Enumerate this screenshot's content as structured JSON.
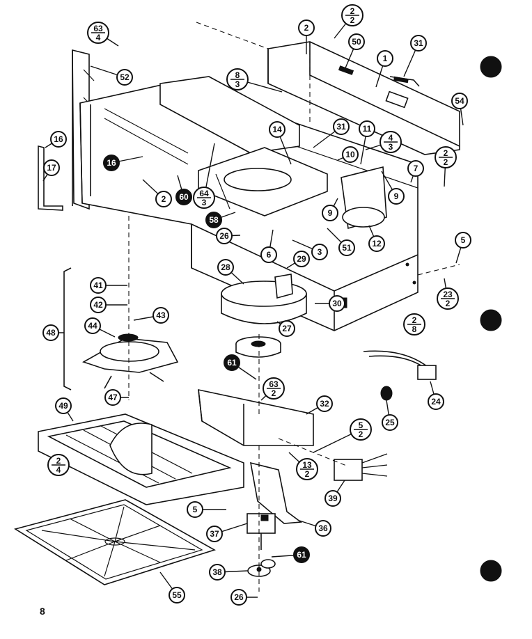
{
  "page_number": "8",
  "callouts": [
    {
      "id": "c-63-4",
      "top": "63",
      "bottom": "4"
    },
    {
      "id": "c-52",
      "label": "52"
    },
    {
      "id": "c-2a",
      "top": "2",
      "bottom": "2"
    },
    {
      "id": "c-2b",
      "label": "2"
    },
    {
      "id": "c-50",
      "label": "50"
    },
    {
      "id": "c-1",
      "label": "1"
    },
    {
      "id": "c-31a",
      "label": "31"
    },
    {
      "id": "c-8-3",
      "top": "8",
      "bottom": "3"
    },
    {
      "id": "c-54",
      "label": "54"
    },
    {
      "id": "c-16a",
      "label": "16"
    },
    {
      "id": "c-17",
      "label": "17"
    },
    {
      "id": "c-16b",
      "label": "16"
    },
    {
      "id": "c-14",
      "label": "14"
    },
    {
      "id": "c-31b",
      "label": "31"
    },
    {
      "id": "c-11",
      "label": "11"
    },
    {
      "id": "c-4-3",
      "top": "4",
      "bottom": "3"
    },
    {
      "id": "c-2-2b",
      "top": "2",
      "bottom": "2"
    },
    {
      "id": "c-7",
      "label": "7"
    },
    {
      "id": "c-10",
      "label": "10"
    },
    {
      "id": "c-9a",
      "label": "9"
    },
    {
      "id": "c-2c",
      "label": "2"
    },
    {
      "id": "c-60",
      "label": "60"
    },
    {
      "id": "c-64-3",
      "top": "64",
      "bottom": "3"
    },
    {
      "id": "c-9b",
      "label": "9"
    },
    {
      "id": "c-58",
      "label": "58"
    },
    {
      "id": "c-26a",
      "label": "26"
    },
    {
      "id": "c-6",
      "label": "6"
    },
    {
      "id": "c-3",
      "label": "3"
    },
    {
      "id": "c-51",
      "label": "51"
    },
    {
      "id": "c-12",
      "label": "12"
    },
    {
      "id": "c-5a",
      "label": "5"
    },
    {
      "id": "c-28",
      "label": "28"
    },
    {
      "id": "c-29",
      "label": "29"
    },
    {
      "id": "c-23-2",
      "top": "23",
      "bottom": "2"
    },
    {
      "id": "c-41",
      "label": "41"
    },
    {
      "id": "c-42",
      "label": "42"
    },
    {
      "id": "c-43",
      "label": "43"
    },
    {
      "id": "c-48",
      "label": "48"
    },
    {
      "id": "c-44",
      "label": "44"
    },
    {
      "id": "c-30",
      "label": "30"
    },
    {
      "id": "c-27",
      "label": "27"
    },
    {
      "id": "c-2-8",
      "top": "2",
      "bottom": "8"
    },
    {
      "id": "c-61a",
      "label": "61"
    },
    {
      "id": "c-63-2",
      "top": "63",
      "bottom": "2"
    },
    {
      "id": "c-47",
      "label": "47"
    },
    {
      "id": "c-49",
      "label": "49"
    },
    {
      "id": "c-32",
      "label": "32"
    },
    {
      "id": "c-24",
      "label": "24"
    },
    {
      "id": "c-25",
      "label": "25"
    },
    {
      "id": "c-5-2",
      "top": "5",
      "bottom": "2"
    },
    {
      "id": "c-2-4",
      "top": "2",
      "bottom": "4"
    },
    {
      "id": "c-13-2",
      "top": "13",
      "bottom": "2"
    },
    {
      "id": "c-39",
      "label": "39"
    },
    {
      "id": "c-5b",
      "label": "5"
    },
    {
      "id": "c-36",
      "label": "36"
    },
    {
      "id": "c-37",
      "label": "37"
    },
    {
      "id": "c-61b",
      "label": "61"
    },
    {
      "id": "c-38",
      "label": "38"
    },
    {
      "id": "c-55",
      "label": "55"
    },
    {
      "id": "c-26b",
      "label": "26"
    }
  ]
}
